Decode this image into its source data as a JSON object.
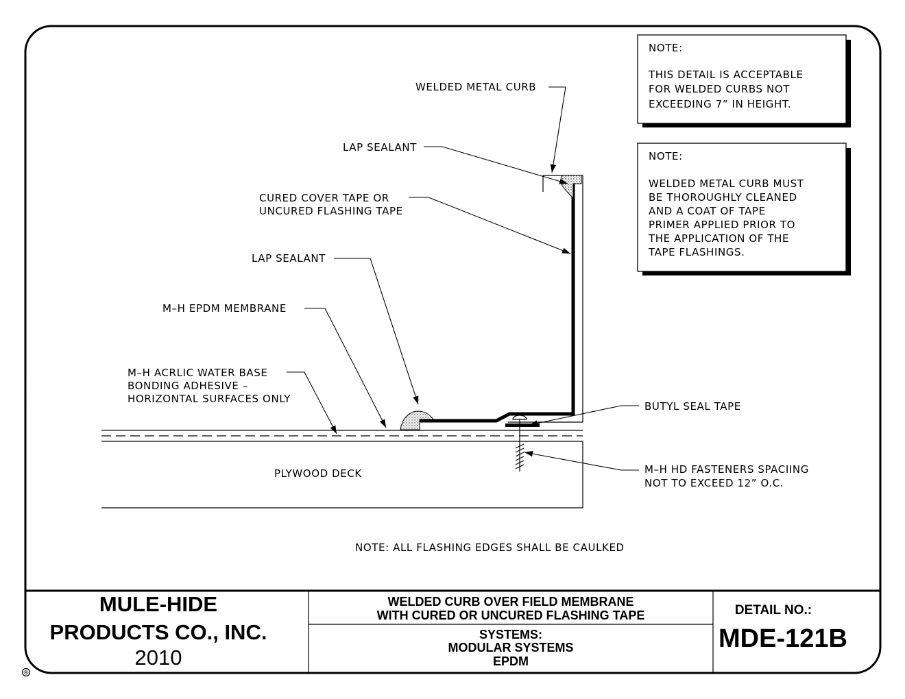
{
  "labels": {
    "welded_metal_curb": "WELDED METAL CURB",
    "lap_sealant_top": "LAP SEALANT",
    "cover_tape_1": "CURED COVER TAPE OR",
    "cover_tape_2": "UNCURED FLASHING TAPE",
    "lap_sealant_bottom": "LAP SEALANT",
    "epdm_membrane": "M–H EPDM MEMBRANE",
    "adhesive_1": "M–H ACRLIC WATER BASE",
    "adhesive_2": "BONDING ADHESIVE –",
    "adhesive_3": "HORIZONTAL SURFACES ONLY",
    "plywood_deck": "PLYWOOD DECK",
    "butyl_seal_tape": "BUTYL SEAL TAPE",
    "fasteners_1": "M–H HD FASTENERS SPACIING",
    "fasteners_2": "NOT TO EXCEED 12” O.C.",
    "bottom_note": "NOTE:  ALL FLASHING EDGES SHALL BE CAULKED"
  },
  "notes": {
    "note1_heading": "NOTE:",
    "note1_line1": "THIS DETAIL IS ACCEPTABLE",
    "note1_line2": "FOR WELDED CURBS NOT",
    "note1_line3": "EXCEEDING 7” IN HEIGHT.",
    "note2_heading": "NOTE:",
    "note2_line1": "WELDED METAL CURB MUST",
    "note2_line2": "BE THOROUGHLY CLEANED",
    "note2_line3": "AND A COAT OF TAPE",
    "note2_line4": "PRIMER APPLIED PRIOR TO",
    "note2_line5": "THE APPLICATION OF THE",
    "note2_line6": "TAPE FLASHINGS."
  },
  "title_block": {
    "company_line1": "MULE-HIDE",
    "company_line2": "PRODUCTS CO., INC.",
    "year": "2010",
    "title_line1": "WELDED CURB OVER FIELD MEMBRANE",
    "title_line2": "WITH CURED OR UNCURED FLASHING TAPE",
    "systems_line1": "SYSTEMS:",
    "systems_line2": "MODULAR SYSTEMS",
    "systems_line3": "EPDM",
    "detail_label": "DETAIL NO.:",
    "detail_number": "MDE-121B",
    "registered_mark": "®"
  }
}
